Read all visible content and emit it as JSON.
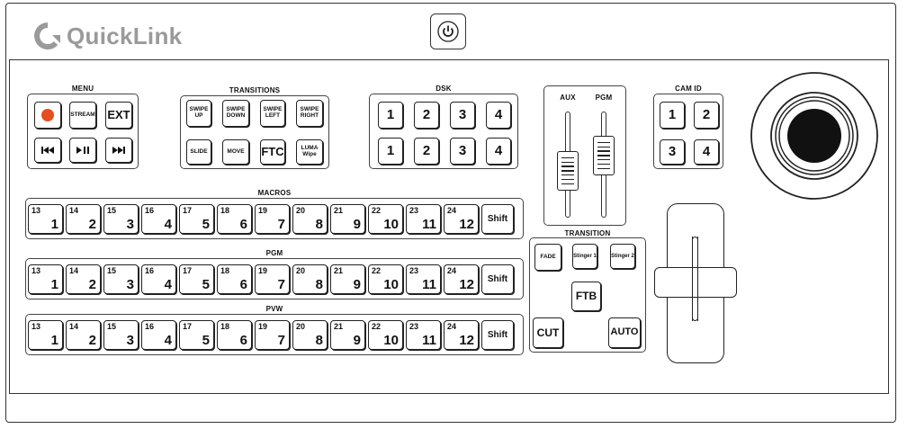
{
  "brand": {
    "name": "QuickLink"
  },
  "menu": {
    "label": "MENU",
    "keys": [
      {
        "name": "record-button",
        "icon": "record-dot-icon",
        "label": ""
      },
      {
        "name": "stream-button",
        "label": "STREAM"
      },
      {
        "name": "ext-button",
        "label": "EXT"
      },
      {
        "name": "previous-button",
        "icon": "skip-back-icon",
        "label": ""
      },
      {
        "name": "play-pause-button",
        "icon": "play-pause-icon",
        "label": ""
      },
      {
        "name": "next-button",
        "icon": "skip-forward-icon",
        "label": ""
      }
    ]
  },
  "transitions": {
    "label": "TRANSITIONS",
    "keys": [
      "SWIPE UP",
      "SWIPE DOWN",
      "SWIPE LEFT",
      "SWIPE RIGHT",
      "SLIDE",
      "MOVE",
      "FTC",
      "LUMA Wipe"
    ]
  },
  "dsk": {
    "label": "DSK",
    "keys": [
      "1",
      "2",
      "3",
      "4",
      "1",
      "2",
      "3",
      "4"
    ]
  },
  "faders": {
    "aux_label": "AUX",
    "pgm_label": "PGM"
  },
  "cam_id": {
    "label": "CAM ID",
    "keys": [
      "1",
      "2",
      "3",
      "4"
    ]
  },
  "banks": [
    {
      "label": "MACROS",
      "shift": "Shift"
    },
    {
      "label": "PGM",
      "shift": "Shift"
    },
    {
      "label": "PVW",
      "shift": "Shift"
    }
  ],
  "bank_keys": [
    {
      "top": "13",
      "bottom": "1"
    },
    {
      "top": "14",
      "bottom": "2"
    },
    {
      "top": "15",
      "bottom": "3"
    },
    {
      "top": "16",
      "bottom": "4"
    },
    {
      "top": "17",
      "bottom": "5"
    },
    {
      "top": "18",
      "bottom": "6"
    },
    {
      "top": "19",
      "bottom": "7"
    },
    {
      "top": "20",
      "bottom": "8"
    },
    {
      "top": "21",
      "bottom": "9"
    },
    {
      "top": "22",
      "bottom": "10"
    },
    {
      "top": "23",
      "bottom": "11"
    },
    {
      "top": "24",
      "bottom": "12"
    }
  ],
  "transition": {
    "label": "TRANSITION",
    "fade": "FADE",
    "stinger1": "Stinger 1",
    "stinger2": "Stinger 2",
    "ftb": "FTB",
    "cut": "CUT",
    "auto": "AUTO"
  },
  "icons": {
    "power": "power-icon",
    "logo": "quicklink-logo-icon",
    "joystick": "joystick-icon"
  }
}
